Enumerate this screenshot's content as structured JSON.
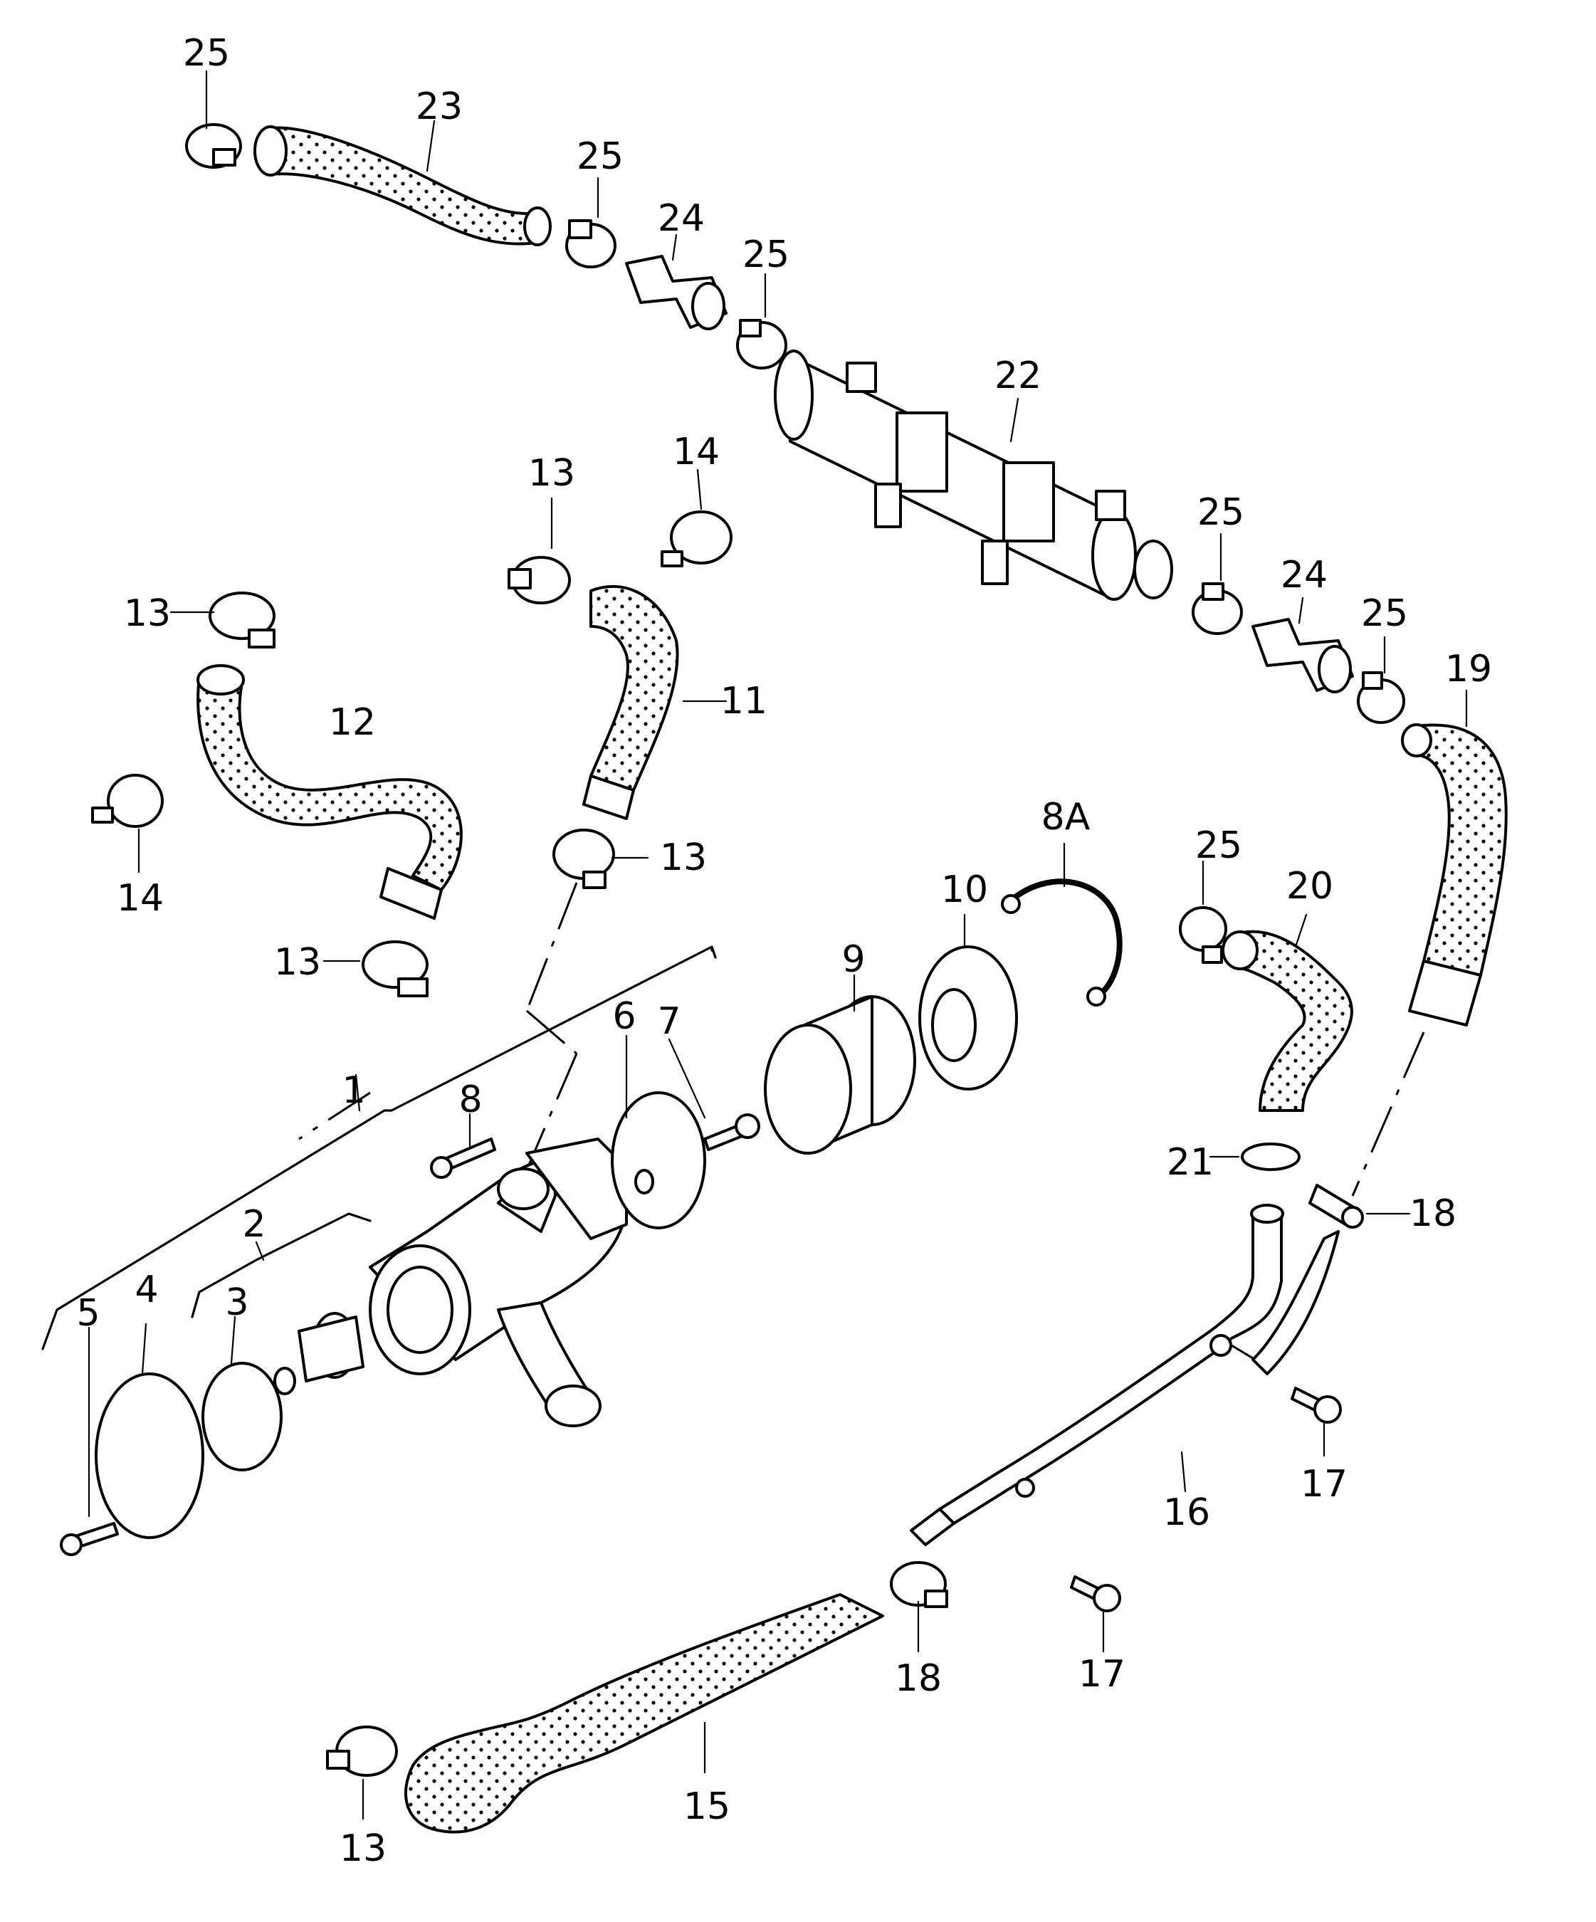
{
  "diagram": {
    "callouts": [
      {
        "id": "c1",
        "label": "1"
      },
      {
        "id": "c2",
        "label": "2"
      },
      {
        "id": "c3",
        "label": "3"
      },
      {
        "id": "c4",
        "label": "4"
      },
      {
        "id": "c5",
        "label": "5"
      },
      {
        "id": "c6",
        "label": "6"
      },
      {
        "id": "c7",
        "label": "7"
      },
      {
        "id": "c8",
        "label": "8"
      },
      {
        "id": "c8a",
        "label": "8A"
      },
      {
        "id": "c9",
        "label": "9"
      },
      {
        "id": "c10",
        "label": "10"
      },
      {
        "id": "c11",
        "label": "11"
      },
      {
        "id": "c12",
        "label": "12"
      },
      {
        "id": "c13a",
        "label": "13"
      },
      {
        "id": "c13b",
        "label": "13"
      },
      {
        "id": "c13c",
        "label": "13"
      },
      {
        "id": "c13d",
        "label": "13"
      },
      {
        "id": "c13e",
        "label": "13"
      },
      {
        "id": "c14a",
        "label": "14"
      },
      {
        "id": "c14b",
        "label": "14"
      },
      {
        "id": "c15",
        "label": "15"
      },
      {
        "id": "c16",
        "label": "16"
      },
      {
        "id": "c17a",
        "label": "17"
      },
      {
        "id": "c17b",
        "label": "17"
      },
      {
        "id": "c18a",
        "label": "18"
      },
      {
        "id": "c18b",
        "label": "18"
      },
      {
        "id": "c19",
        "label": "19"
      },
      {
        "id": "c20",
        "label": "20"
      },
      {
        "id": "c21",
        "label": "21"
      },
      {
        "id": "c22",
        "label": "22"
      },
      {
        "id": "c23",
        "label": "23"
      },
      {
        "id": "c24a",
        "label": "24"
      },
      {
        "id": "c24b",
        "label": "24"
      },
      {
        "id": "c25a",
        "label": "25"
      },
      {
        "id": "c25b",
        "label": "25"
      },
      {
        "id": "c25c",
        "label": "25"
      },
      {
        "id": "c25d",
        "label": "25"
      },
      {
        "id": "c25e",
        "label": "25"
      },
      {
        "id": "c25f",
        "label": "25"
      }
    ]
  }
}
